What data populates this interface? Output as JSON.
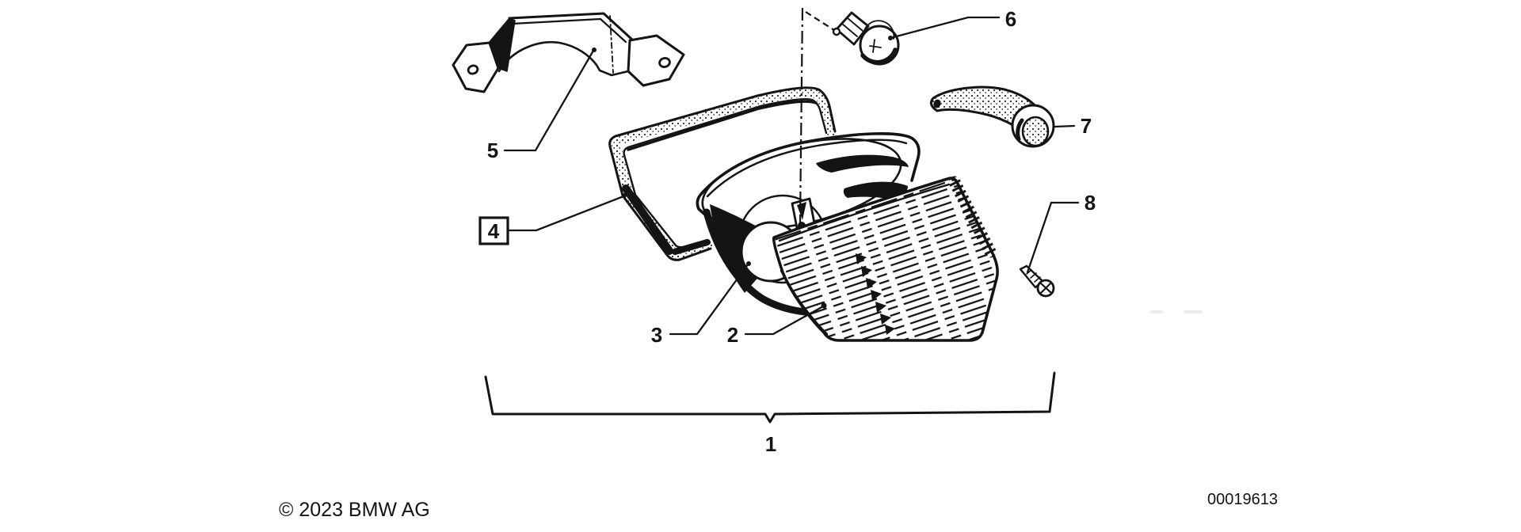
{
  "page": {
    "background": "#ffffff",
    "ink": "#141414",
    "kind": "exploded-parts-diagram"
  },
  "footer": {
    "copyright": "© 2023 BMW AG",
    "image_number": "00019613"
  },
  "callouts": {
    "c1": "1",
    "c2": "2",
    "c3": "3",
    "c4": "4",
    "c5": "5",
    "c6": "6",
    "c7": "7",
    "c8": "8"
  }
}
